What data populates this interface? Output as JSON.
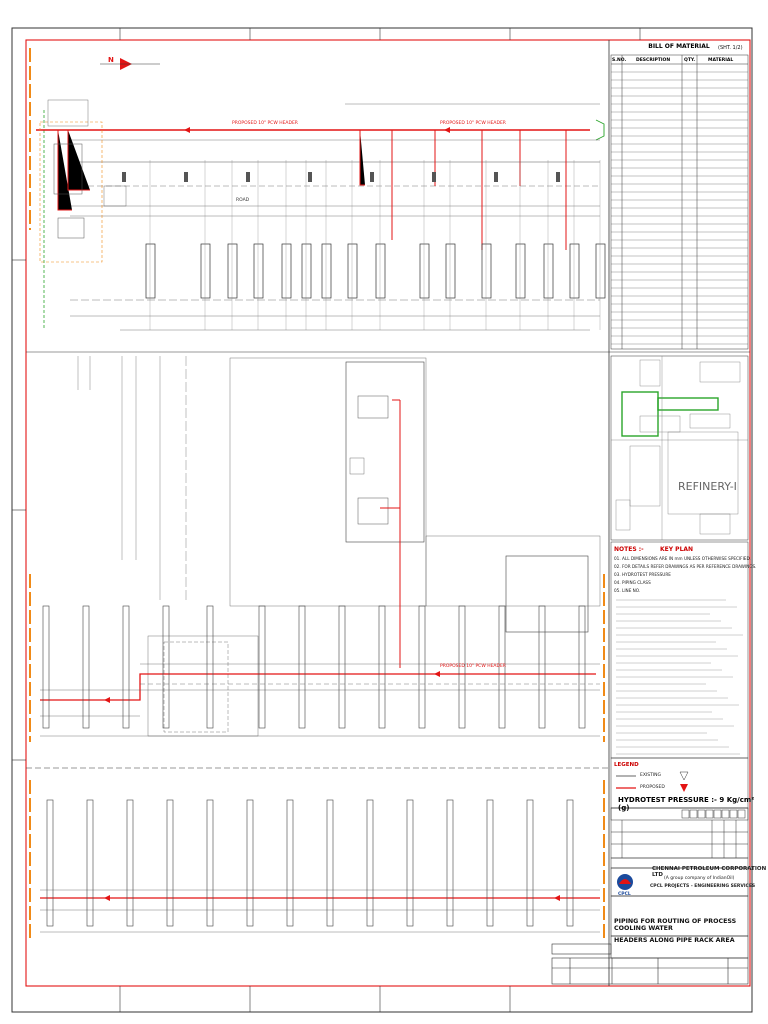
{
  "bom": {
    "title": "BILL OF MATERIAL",
    "sheet_ref": "(SHT. 1/2)",
    "headers": [
      "S.NO.",
      "DESCRIPTION",
      "QTY.",
      "MATERIAL"
    ]
  },
  "notes": {
    "title": "NOTES :-",
    "items": [
      "01. ALL DIMENSIONS ARE IN mm UNLESS OTHERWISE SPECIFIED.",
      "02. FOR DETAILS REFER DRAWINGS AS PER REFERENCE DRAWINGS.",
      "03. HYDROTEST PRESSURE",
      "04. PIPING CLASS",
      "05. LINE NO."
    ]
  },
  "keyplan": {
    "title": "KEY PLAN",
    "area_label": "REFINERY-I"
  },
  "legend": {
    "title": "LEGEND",
    "existing": "EXISTING",
    "proposed": "PROPOSED"
  },
  "design": {
    "pressure_label": "HYDROTEST PRESSURE :-",
    "pressure_value": "9 Kg/cm² (g)"
  },
  "titleblock": {
    "company": "CHENNAI PETROLEUM CORPORATION LTD",
    "company_sub": "(A group company of IndianOil)",
    "dept": "CPCL PROJECTS - ENGINEERING SERVICES",
    "logo_text": "CPCL",
    "title_line1": "PIPING FOR ROUTING OF PROCESS COOLING WATER",
    "title_line2": "HEADERS ALONG PIPE RACK AREA"
  },
  "plan": {
    "header_label": "PROPOSED 10\" PCW HEADER",
    "road_label": "ROAD",
    "north": "N"
  },
  "colors": {
    "red": "#e31414",
    "green": "#2aa52a",
    "orange": "#f08a17",
    "line": "#333333",
    "gray": "#9a9a9a"
  }
}
